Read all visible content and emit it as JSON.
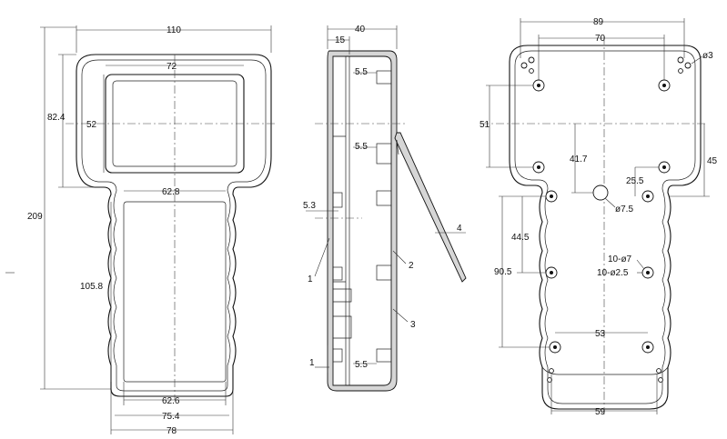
{
  "front_view": {
    "overall_width": "110",
    "overall_height": "209",
    "head_height": "82.4",
    "window_width": "72",
    "window_height": "52",
    "grip_top_width": "62.8",
    "grip_panel_height": "105.8",
    "grip_bottom_width": "62.6",
    "grip_outer_width": "75.4",
    "grip_base_width": "78"
  },
  "side_view": {
    "depth": "40",
    "front_depth": "15",
    "boss_top": "5.5",
    "boss_mid": "5.5",
    "boss_bottom": "5.5",
    "lip": "5.3",
    "rim": "1",
    "callouts": [
      "1",
      "2",
      "3",
      "4"
    ]
  },
  "back_view": {
    "mount_outer": "89",
    "mount_inner": "70",
    "corner_hole": "ø3",
    "head_hole_span": "51",
    "offset_a": "41.7",
    "offset_b": "45",
    "offset_c": "25.5",
    "center_hole": "ø7.5",
    "grip_hole_span": "44.5",
    "grip_lower_span": "90.5",
    "boss_spec_1": "10-ø7",
    "boss_spec_2": "10-ø2.5",
    "bottom_hole_span": "53",
    "base_span": "59"
  }
}
